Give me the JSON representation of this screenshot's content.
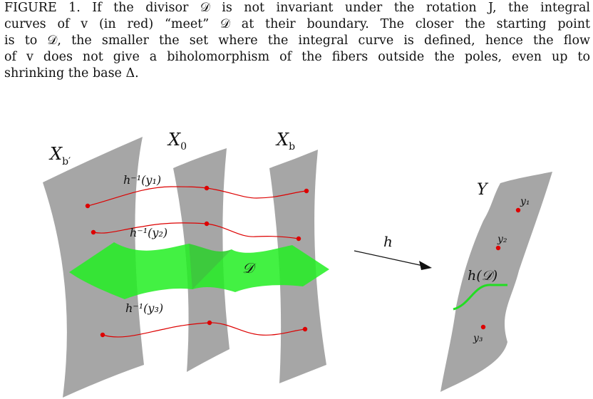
{
  "caption": {
    "lines": [
      "FIGURE 1. If the divisor 𝒟 is not invariant under the rotation J, the integral",
      "curves of v (in red) “meet” 𝒟 at their boundary. The closer the starting point",
      "is to 𝒟, the smaller the set where the integral curve is defined, hence the flow",
      "of v does not give a biholomorphism of the fibers outside the poles, even up to",
      "shrinking the base Δ."
    ]
  },
  "figure": {
    "fiber_labels": {
      "xb_prime": "X",
      "xb_prime_sub": "b′",
      "x0": "X",
      "x0_sub": "0",
      "xb": "X",
      "xb_sub": "b"
    },
    "curve_labels": {
      "y1": "h⁻¹(y₁)",
      "y2": "h⁻¹(y₂)",
      "y3": "h⁻¹(y₃)"
    },
    "divisor_label": "𝒟",
    "map_label": "h",
    "target": {
      "label": "Y",
      "points": [
        "y₁",
        "y₂",
        "y₃"
      ],
      "image_label": "h(𝒟)"
    },
    "colors": {
      "fiber_fill": "#a6a6a6",
      "divisor_fill": "#22ee22",
      "curve_stroke": "#dd0000",
      "point_fill": "#dd0000",
      "image_curve_stroke": "#22dd22"
    }
  }
}
